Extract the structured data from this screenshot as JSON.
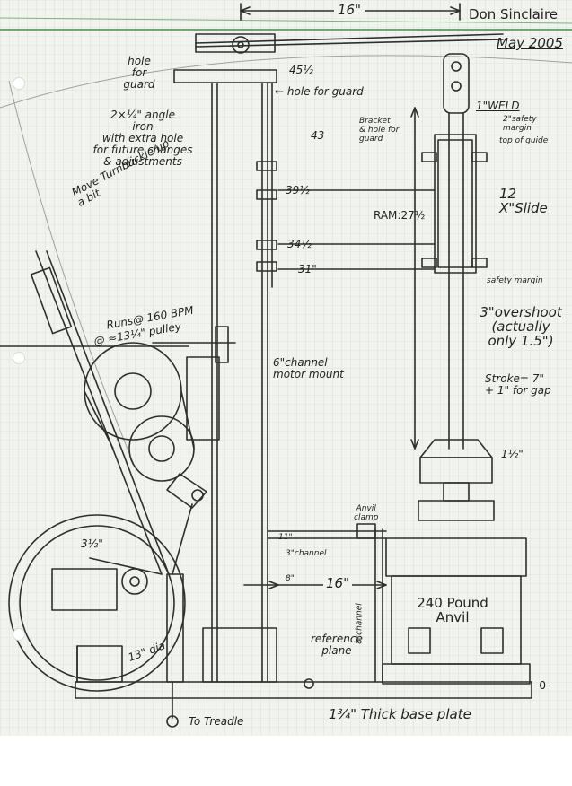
{
  "header": {
    "author": "Don Sinclaire",
    "date": "May 2005",
    "top_dimension": "16\""
  },
  "labels": {
    "hole_for_guard_left": "hole\nfor\nguard",
    "dim_45_half": "45½",
    "hole_for_guard_right": "← hole for guard",
    "angle_iron": "2×¼\" angle\niron\nwith extra hole\nfor future changes\n& adjustments",
    "dim_43": "43",
    "dim_39_half": "39½",
    "dim_34_half": "34½",
    "dim_31": "31\"",
    "turnbuckle": "Move Turnbuckle up\na bit",
    "runs_speed": "Runs@ 160 BPM",
    "pulley": "@ ≈13¼\" pulley",
    "motor_mount": "6\"channel\nmotor mount",
    "weld": "1\"WELD",
    "safety_margin_top": "2\"safety\nmargin",
    "top_of_guide": "top of guide",
    "bracket": "Bracket\n& hole for\nguard",
    "slide": "12\nX\"Slide",
    "ram": "RAM:27½",
    "safety_margin_lower": "safety margin",
    "overshoot": "3\"overshoot\n(actually\nonly 1.5\")",
    "stroke": "Stroke= 7\"\n+ 1\" for gap",
    "dim_1_half": "1½\"",
    "anvil_clamp": "Anvil\nclamp",
    "dim_11": "11\"",
    "channel_3": "3\"channel",
    "dim_8": "8\"",
    "dim_16_lower": "16\"",
    "anvil": "240 Pound\nAnvil",
    "channel_8": "8\"channel",
    "dim_3_half": "3½\"",
    "dim_13": "13\" dia",
    "reference_plane": "reference\nplane",
    "to_treadle": "To Treadle",
    "base_plate": "1¾\" Thick base plate",
    "zero_mark": "-0-"
  },
  "colors": {
    "paper": "#f1f4ee",
    "grid": "#c9d4c6",
    "pencil": "#2e2e2e",
    "margin_line": "#6aa86a"
  }
}
